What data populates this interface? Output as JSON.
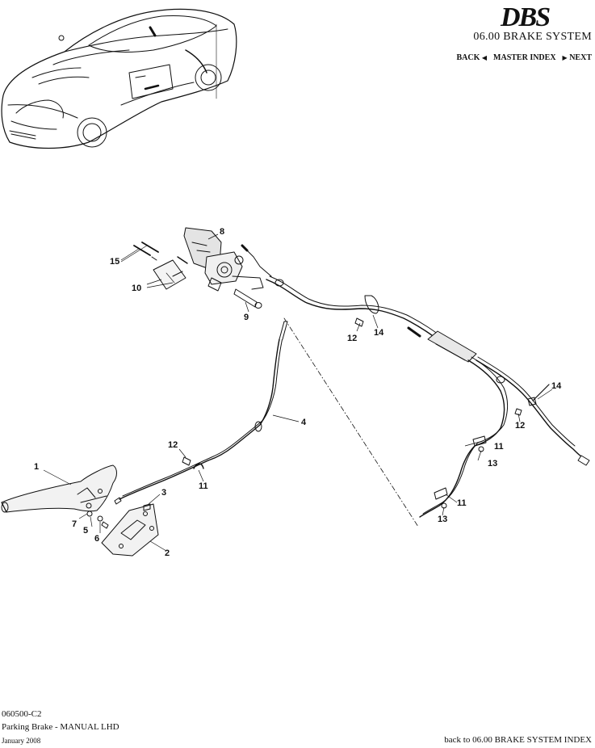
{
  "header": {
    "logo_text": "DBS",
    "section_title": "06.00 BRAKE SYSTEM",
    "nav": {
      "back": "BACK",
      "master_index": "MASTER INDEX",
      "next": "NEXT"
    }
  },
  "diagram": {
    "callouts": [
      "1",
      "2",
      "3",
      "4",
      "5",
      "6",
      "7",
      "8",
      "9",
      "10",
      "11",
      "11",
      "11",
      "12",
      "12",
      "12",
      "13",
      "13",
      "14",
      "14",
      "15"
    ]
  },
  "footer": {
    "code": "060500-C2",
    "title": "Parking Brake - MANUAL LHD",
    "date": "January 2008",
    "back_link": "back to 06.00 BRAKE SYSTEM INDEX"
  },
  "colors": {
    "ink": "#111111",
    "background": "#ffffff",
    "shade": "#c8c8c8"
  }
}
